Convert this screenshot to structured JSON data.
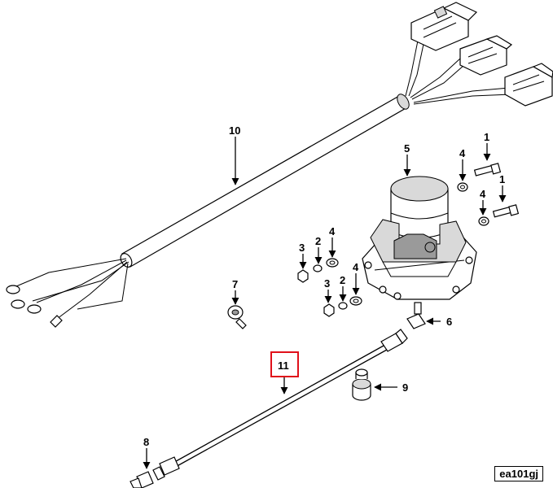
{
  "callouts": {
    "c1a": "1",
    "c1b": "1",
    "c2a": "2",
    "c2b": "2",
    "c3a": "3",
    "c3b": "3",
    "c4a": "4",
    "c4b": "4",
    "c4c": "4",
    "c4d": "4",
    "c5": "5",
    "c6": "6",
    "c7": "7",
    "c8": "8",
    "c9": "9",
    "c10": "10",
    "c11": "11"
  },
  "highlight_color": "#e0101a",
  "figure_code": "ea101gj"
}
